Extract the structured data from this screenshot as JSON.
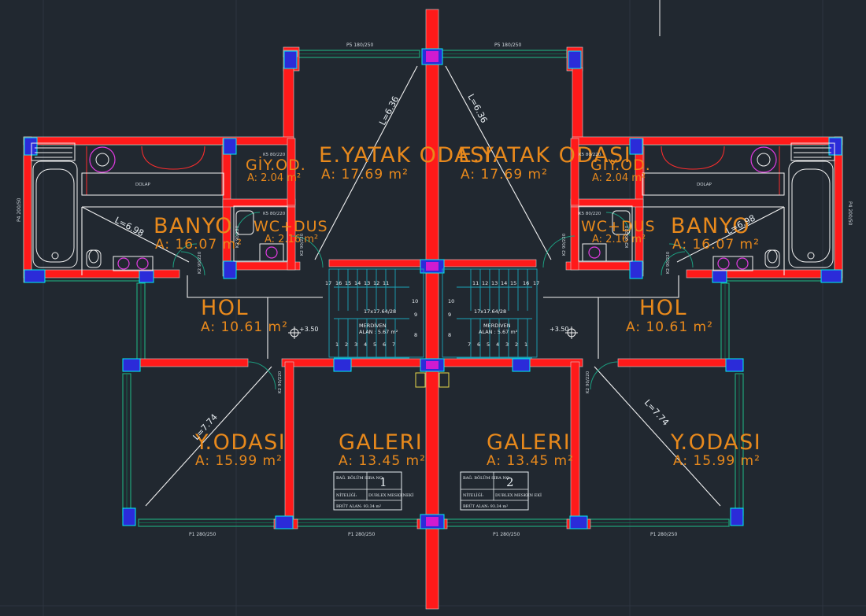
{
  "rooms": {
    "e_yatak_left": {
      "name": "E.YATAK ODASI",
      "area": "A:  17.69  m²"
    },
    "e_yatak_right": {
      "name": "E.YATAK ODASI",
      "area": "A:  17.69  m²"
    },
    "giy_left": {
      "name": "GİY.OD.",
      "area": "A:  2.04  m²"
    },
    "giy_right": {
      "name": "GİY.OD.",
      "area": "A:  2.04  m²"
    },
    "banyo_left": {
      "name": "BANYO",
      "area": "A:  16.07  m²"
    },
    "banyo_right": {
      "name": "BANYO",
      "area": "A:  16.07  m²"
    },
    "wc_left": {
      "name": "WC+DUS",
      "area": "A:  2.16  m²"
    },
    "wc_right": {
      "name": "WC+DUS",
      "area": "A:  2.16  m²"
    },
    "hol_left": {
      "name": "HOL",
      "area": "A:  10.61  m²"
    },
    "hol_right": {
      "name": "HOL",
      "area": "A:  10.61  m²"
    },
    "y_odasi_left": {
      "name": "Y.ODASI",
      "area": "A:  15.99  m²"
    },
    "y_odasi_right": {
      "name": "Y.ODASI",
      "area": "A:  15.99  m²"
    },
    "galeri_left": {
      "name": "GALERI",
      "area": "A:  13.45  m²"
    },
    "galeri_right": {
      "name": "GALERI",
      "area": "A:  13.45  m²"
    }
  },
  "diagonal_labels": {
    "l636_left": "L=6.36",
    "l636_right": "L=6.36",
    "l698_left": "L=6.98",
    "l698_right": "L=6.98",
    "l774_left": "L=7.74",
    "l774_right": "L=7.74"
  },
  "window_labels": {
    "p5_left": "P5 180/250",
    "p5_right": "P5 180/250",
    "p1_a": "P1 280/250",
    "p1_b": "P1 280/250",
    "p1_c": "P1 280/250",
    "p1_d": "P1 280/250",
    "p4_left": "P4 200/50",
    "p4_right": "P4 200/50"
  },
  "door_labels": {
    "k5_giy_left": "K5 80/220",
    "k5_wc_left": "K5 80/220",
    "k5_giy_right": "K5 80/220",
    "k5_wc_right": "K5 80/220",
    "k2_a": "K2 90/220",
    "k2_b": "K2 90/220",
    "k2_c": "K2 90/220",
    "k2_d": "K2 90/220",
    "k2_e": "K2 90/220",
    "k2_f": "K2 90/220",
    "k2_g": "K2 90/220",
    "k2_h": "K2 90/220"
  },
  "stairs": {
    "left": {
      "steps_top": [
        "17",
        "16",
        "15",
        "14",
        "13",
        "12",
        "11"
      ],
      "steps_bottom": [
        "1",
        "2",
        "3",
        "4",
        "5",
        "6",
        "7"
      ],
      "mid": [
        "10",
        "9",
        "8"
      ],
      "spec": "17x17.64/28",
      "name": "MERDİVEN",
      "area": "ALAN : 5.67 m²"
    },
    "right": {
      "steps_top": [
        "11",
        "12",
        "13",
        "14",
        "15",
        "16",
        "17"
      ],
      "steps_bottom": [
        "7",
        "6",
        "5",
        "4",
        "3",
        "2",
        "1"
      ],
      "mid": [
        "10",
        "9",
        "8"
      ],
      "spec": "17x17.64/28",
      "name": "MERDİVEN",
      "area": "ALAN : 5.67 m²"
    }
  },
  "levels": {
    "left": "+3.50",
    "right": "+3.50"
  },
  "fixtures": {
    "cabinet_left": "DOLAP",
    "cabinet_right": "DOLAP"
  },
  "info_boxes": [
    {
      "section_label": "BAĞ. BÖLÜM SIRA NO:",
      "number": "1",
      "type_label": "NİTELİĞİ:",
      "type_value": "DUBLEX MESKENEKİ",
      "area": "BRÜT ALAN: 93.34 m²"
    },
    {
      "section_label": "BAĞ. BÖLÜM SIRA NO:",
      "number": "2",
      "type_label": "NİTELİĞİ:",
      "type_value": "DUBLEX MESKEN EKİ",
      "area": "BRÜT ALAN: 93.34 m²"
    }
  ]
}
